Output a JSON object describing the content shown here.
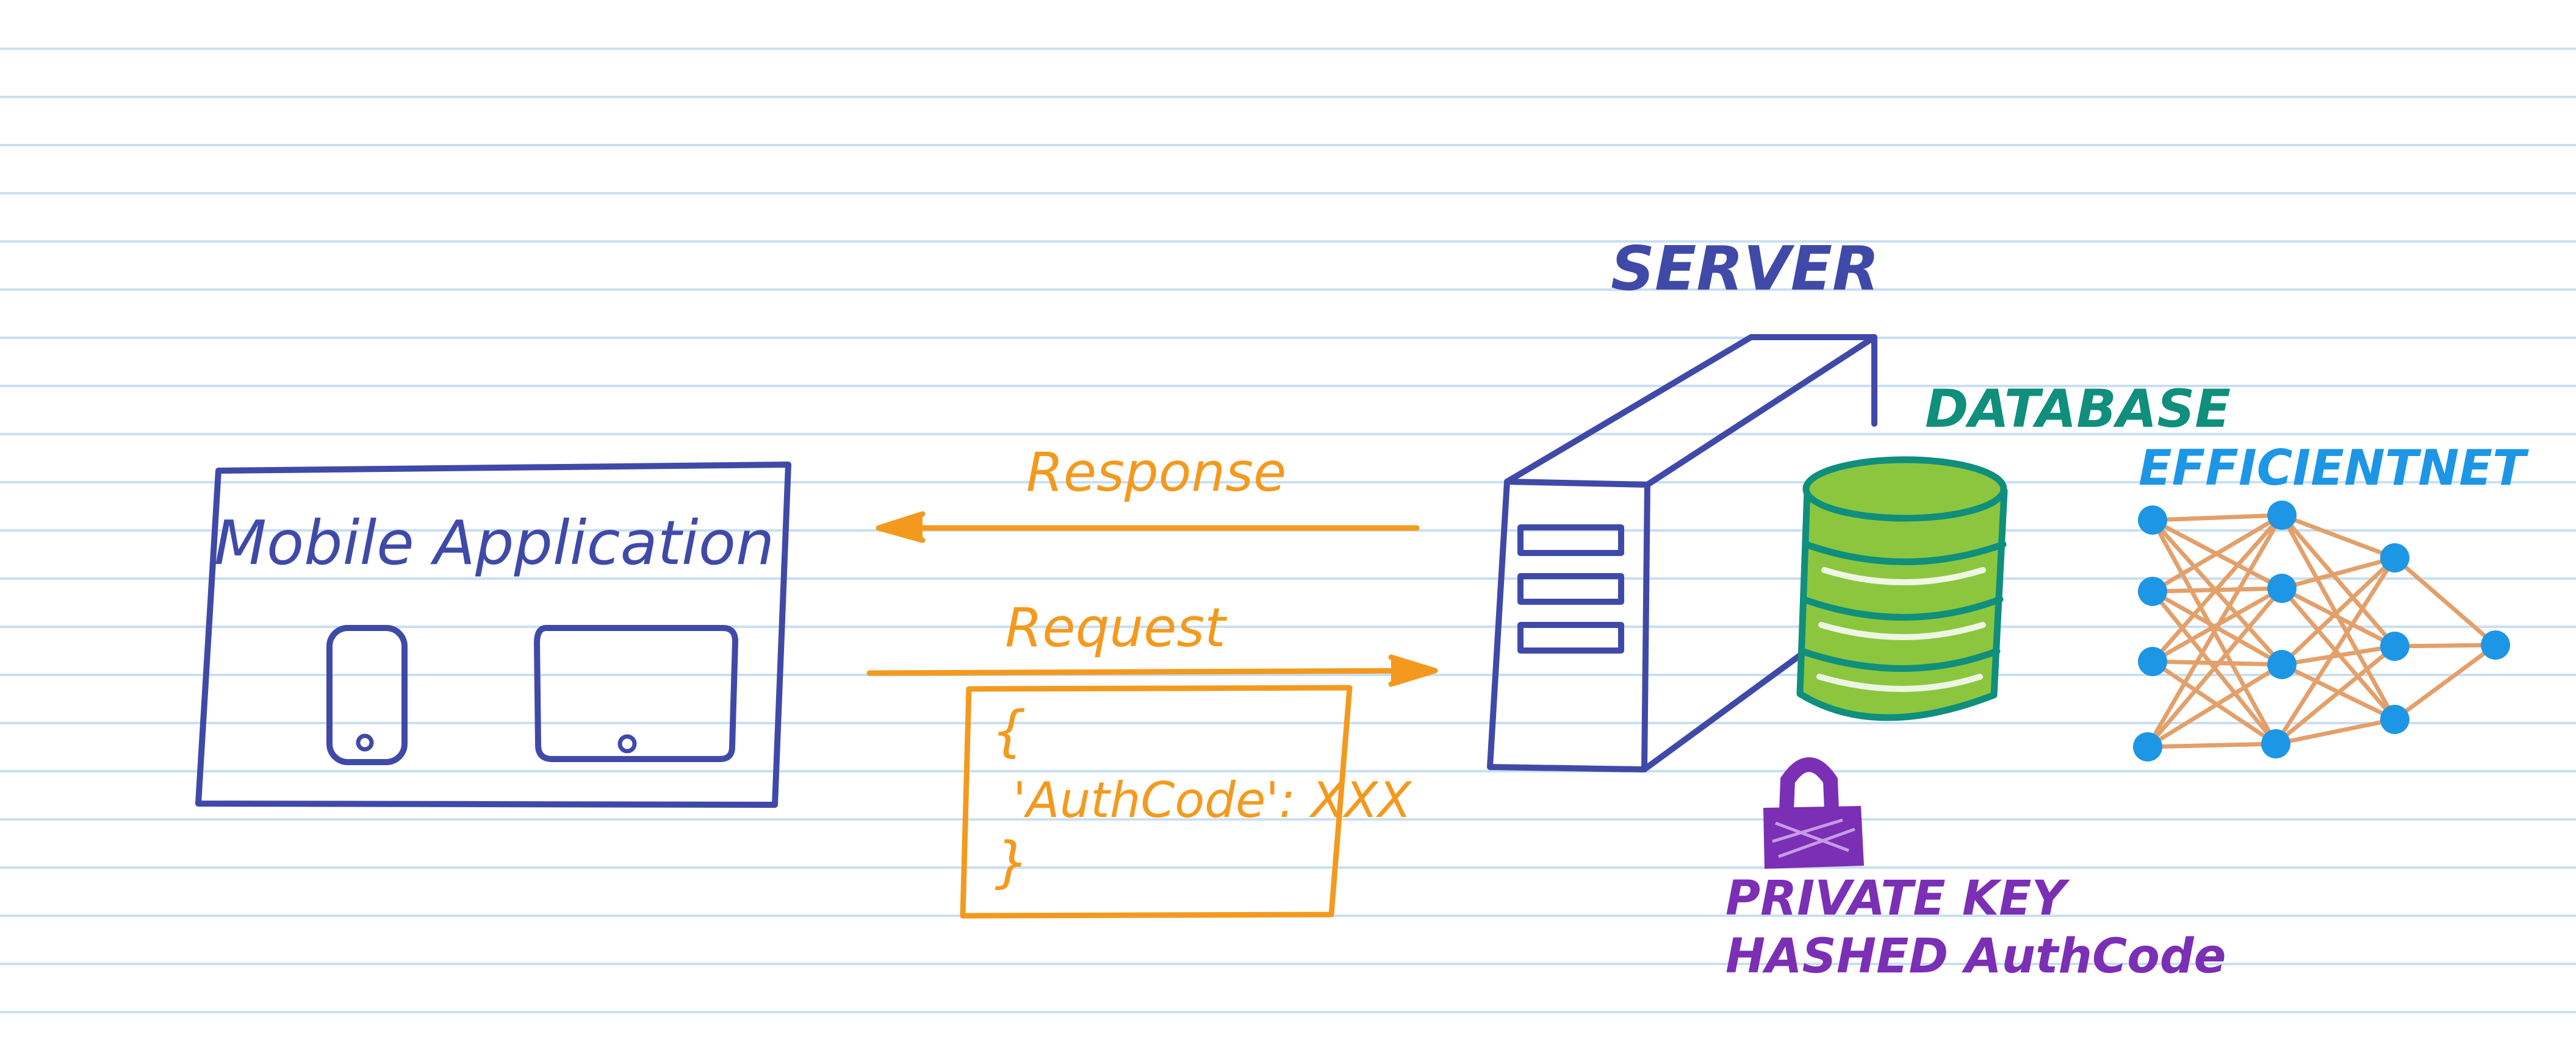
{
  "colors": {
    "paper": "#ffffff",
    "ruled_line": "#c9dff3",
    "app_blue": "#3f4aa8",
    "arrow_orange": "#f39a1e",
    "db_teal": "#0f8f7c",
    "db_fill": "#8cc63f",
    "net_blue": "#1e96e6",
    "net_edge": "#e3a06a",
    "lock_purple": "#7b2fb5"
  },
  "labels": {
    "mobile_app": "Mobile Application",
    "response": "Response",
    "request": "Request",
    "server": "SERVER",
    "database": "DATABASE",
    "efficientnet": "EFFICIENTNET",
    "private_key": "PRIVATE KEY",
    "hashed_authcode": "HASHED  AuthCode"
  },
  "payload": {
    "open_brace": "{",
    "body": "'AuthCode': XXX",
    "close_brace": "}"
  },
  "icons": {
    "phone": "phone-icon",
    "tablet": "tablet-icon",
    "server": "server-tower-icon",
    "database": "database-cylinder-icon",
    "lock": "padlock-icon",
    "network": "neural-network-icon"
  }
}
